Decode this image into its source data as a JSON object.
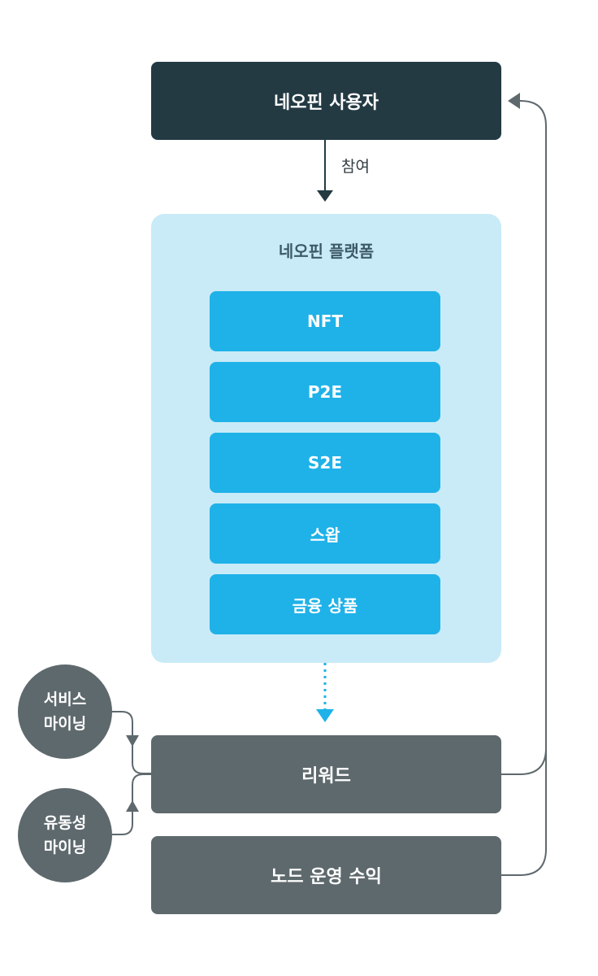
{
  "users": {
    "label": "네오핀 사용자"
  },
  "participate_label": "참여",
  "platform": {
    "title": "네오핀 플랫폼",
    "modules": [
      "NFT",
      "P2E",
      "S2E",
      "스왑",
      "금융 상품"
    ]
  },
  "reward": {
    "label": "리워드"
  },
  "node_revenue": {
    "label": "노드 운영 수익"
  },
  "service_mining": {
    "line1": "서비스",
    "line2": "마이닝"
  },
  "liquidity_mining": {
    "line1": "유동성",
    "line2": "마이닝"
  },
  "colors": {
    "dark_navy": "#233a43",
    "platform_bg": "#c9ebf7",
    "module_blue": "#1fb2e8",
    "gray": "#5e696d",
    "dashed_blue": "#4a8fb0"
  }
}
